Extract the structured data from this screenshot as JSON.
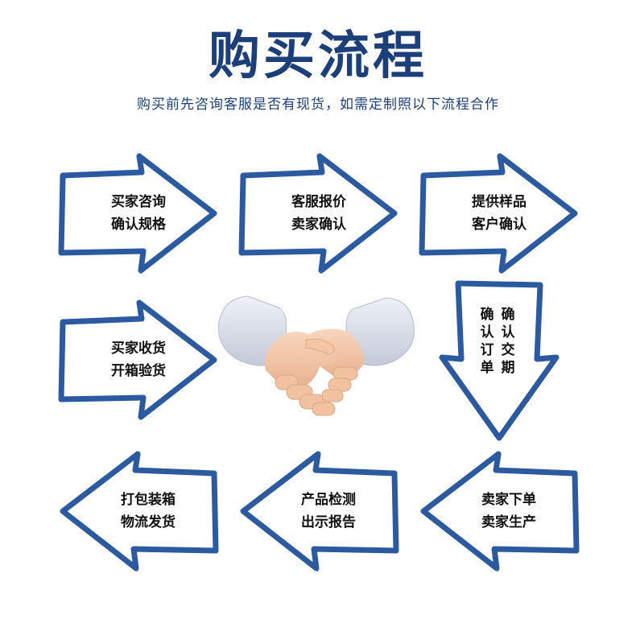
{
  "header": {
    "title": "购买流程",
    "subtitle": "购买前先咨询客服是否有现货，如需定制照以下流程合作"
  },
  "colors": {
    "title": "#1b3f7a",
    "subtitle": "#1b3f7a",
    "arrow_stroke": "#2c5aa0",
    "arrow_fill": "#ffffff",
    "skin": "#f3c7a6",
    "skin_shadow": "#e0a887",
    "cuff": "#d8dde8",
    "cuff_shadow": "#b9c0d0"
  },
  "steps": {
    "step1": {
      "line1": "买家咨询",
      "line2": "确认规格",
      "direction": "right"
    },
    "step2": {
      "line1": "客服报价",
      "line2": "卖家确认",
      "direction": "right"
    },
    "step3": {
      "line1": "提供样品",
      "line2": "客户确认",
      "direction": "right"
    },
    "step4": {
      "col1": "确认订单",
      "col2": "确认交期",
      "direction": "down"
    },
    "step5": {
      "line1": "卖家下单",
      "line2": "卖家生产",
      "direction": "left"
    },
    "step6": {
      "line1": "产品检测",
      "line2": "出示报告",
      "direction": "left"
    },
    "step7": {
      "line1": "打包装箱",
      "line2": "物流发货",
      "direction": "left"
    },
    "step8": {
      "line1": "买家收货",
      "line2": "开箱验货",
      "direction": "right"
    }
  },
  "center_image": {
    "icon": "handshake-icon"
  }
}
